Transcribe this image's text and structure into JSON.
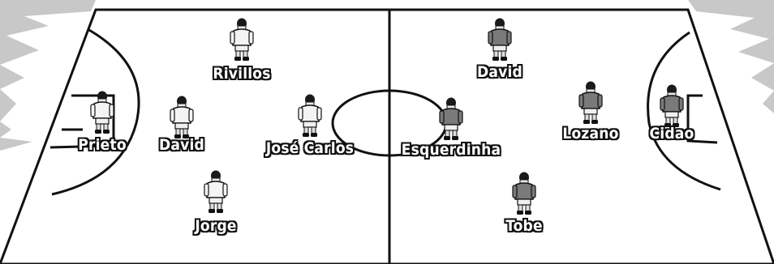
{
  "colors": {
    "home_kit": "#f4f4f4",
    "away_kit": "#7a7a7a",
    "pitch": "#ffffff",
    "stand": "#c8c8c8",
    "lines": "#111111"
  },
  "home": [
    {
      "name": "Prieto",
      "role": "goalkeeper"
    },
    {
      "name": "David"
    },
    {
      "name": "Rivillos"
    },
    {
      "name": "José Carlos"
    },
    {
      "name": "Jorge"
    }
  ],
  "away": [
    {
      "name": "David"
    },
    {
      "name": "Esquerdinha"
    },
    {
      "name": "Lozano"
    },
    {
      "name": "Tobe"
    },
    {
      "name": "Cidao",
      "role": "goalkeeper"
    }
  ]
}
